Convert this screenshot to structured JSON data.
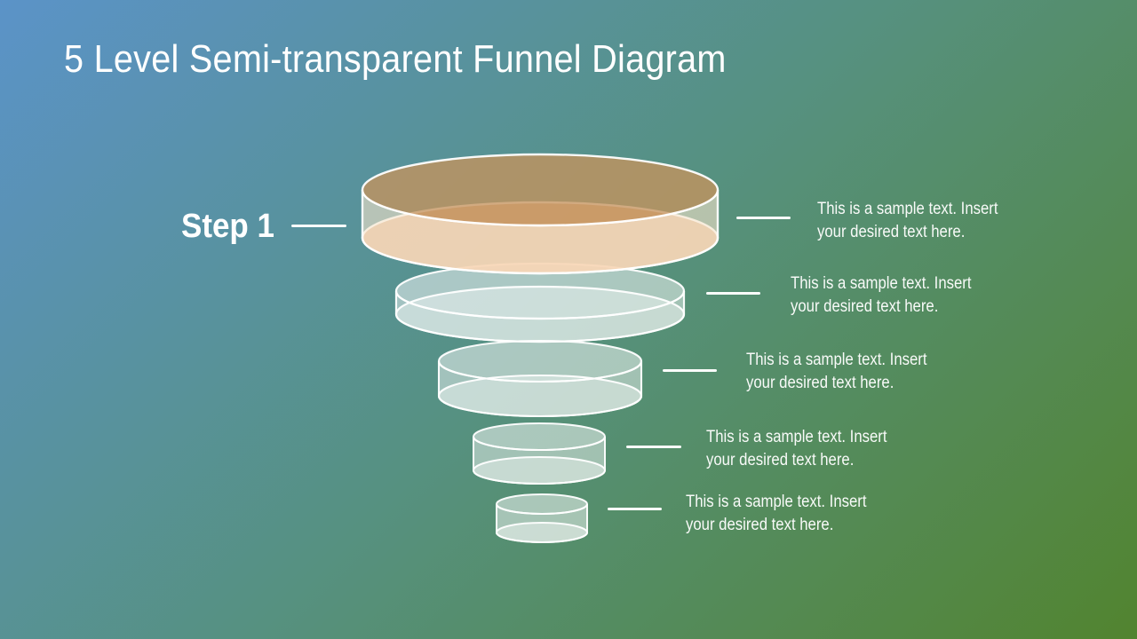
{
  "slide": {
    "title": "5 Level Semi-transparent Funnel Diagram"
  },
  "colors": {
    "background_top_left": "#5b93c8",
    "background_middle": "#569180",
    "background_bottom_right": "#52842f",
    "text": "#ffffff",
    "connector_line": "#fbfdfb",
    "funnel_outline": "#ffffff"
  },
  "funnel": {
    "step_label": "Step 1",
    "levels": [
      {
        "name": "level-1",
        "top_fill": "rgba(197,148,94,0.78)",
        "wall_fill": "rgba(246,228,203,0.6)",
        "bottom_fill": "rgba(248,188,145,0.82)"
      },
      {
        "name": "level-2",
        "top_fill": "rgba(255,255,255,0.5)",
        "wall_fill": "rgba(255,255,255,0.45)",
        "bottom_fill": "rgba(255,255,255,0.4)"
      },
      {
        "name": "level-3",
        "top_fill": "rgba(255,255,255,0.5)",
        "wall_fill": "rgba(255,255,255,0.45)",
        "bottom_fill": "rgba(255,255,255,0.4)"
      },
      {
        "name": "level-4",
        "top_fill": "rgba(255,255,255,0.5)",
        "wall_fill": "rgba(255,255,255,0.45)",
        "bottom_fill": "rgba(255,255,255,0.4)"
      },
      {
        "name": "level-5",
        "top_fill": "rgba(255,255,255,0.5)",
        "wall_fill": "rgba(255,255,255,0.48)",
        "bottom_fill": "rgba(255,255,255,0.42)"
      }
    ]
  },
  "annotations": [
    {
      "line1": "This is a sample text. Insert",
      "line2": "your desired text here."
    },
    {
      "line1": "This is a sample text. Insert",
      "line2": "your desired text here."
    },
    {
      "line1": "This is a sample text. Insert",
      "line2": "your desired text here."
    },
    {
      "line1": "This is a sample text. Insert",
      "line2": "your desired text here."
    },
    {
      "line1": "This is a sample text. Insert",
      "line2": "your desired text here."
    }
  ]
}
